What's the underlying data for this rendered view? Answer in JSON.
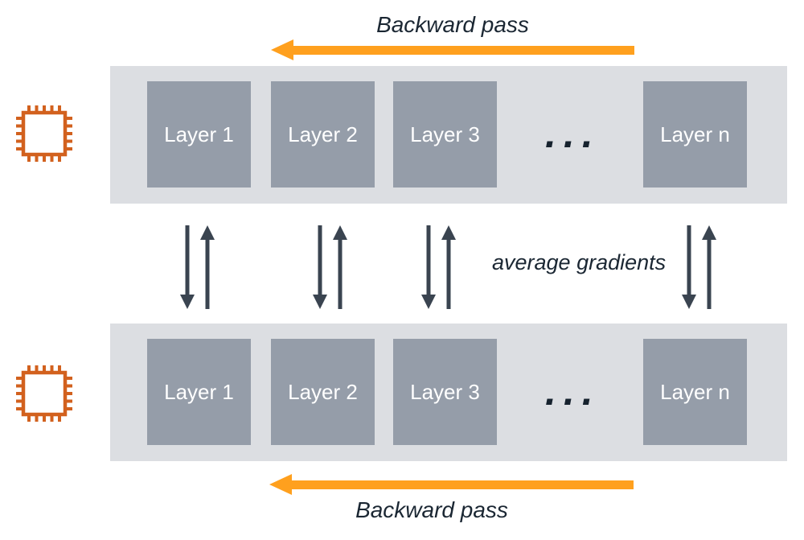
{
  "flow": {
    "top_label": "Backward pass",
    "bottom_label": "Backward pass",
    "middle_label": "average gradients"
  },
  "rows": [
    {
      "layers": [
        "Layer 1",
        "Layer 2",
        "Layer 3",
        "Layer n"
      ],
      "ellipsis": "..."
    },
    {
      "layers": [
        "Layer 1",
        "Layer 2",
        "Layer 3",
        "Layer n"
      ],
      "ellipsis": "..."
    }
  ],
  "icons": {
    "device": "chip-icon"
  },
  "colors": {
    "flow_arrow": "#FFA01E",
    "chip": "#D2611E",
    "band": "#DCDEE2",
    "layer_box": "#959DA9",
    "layer_text": "#FFFFFF",
    "gradient_arrow": "#3A4450",
    "label_text": "#1B2733",
    "ellipsis_text": "#16222E",
    "background": "#FFFFFF"
  }
}
